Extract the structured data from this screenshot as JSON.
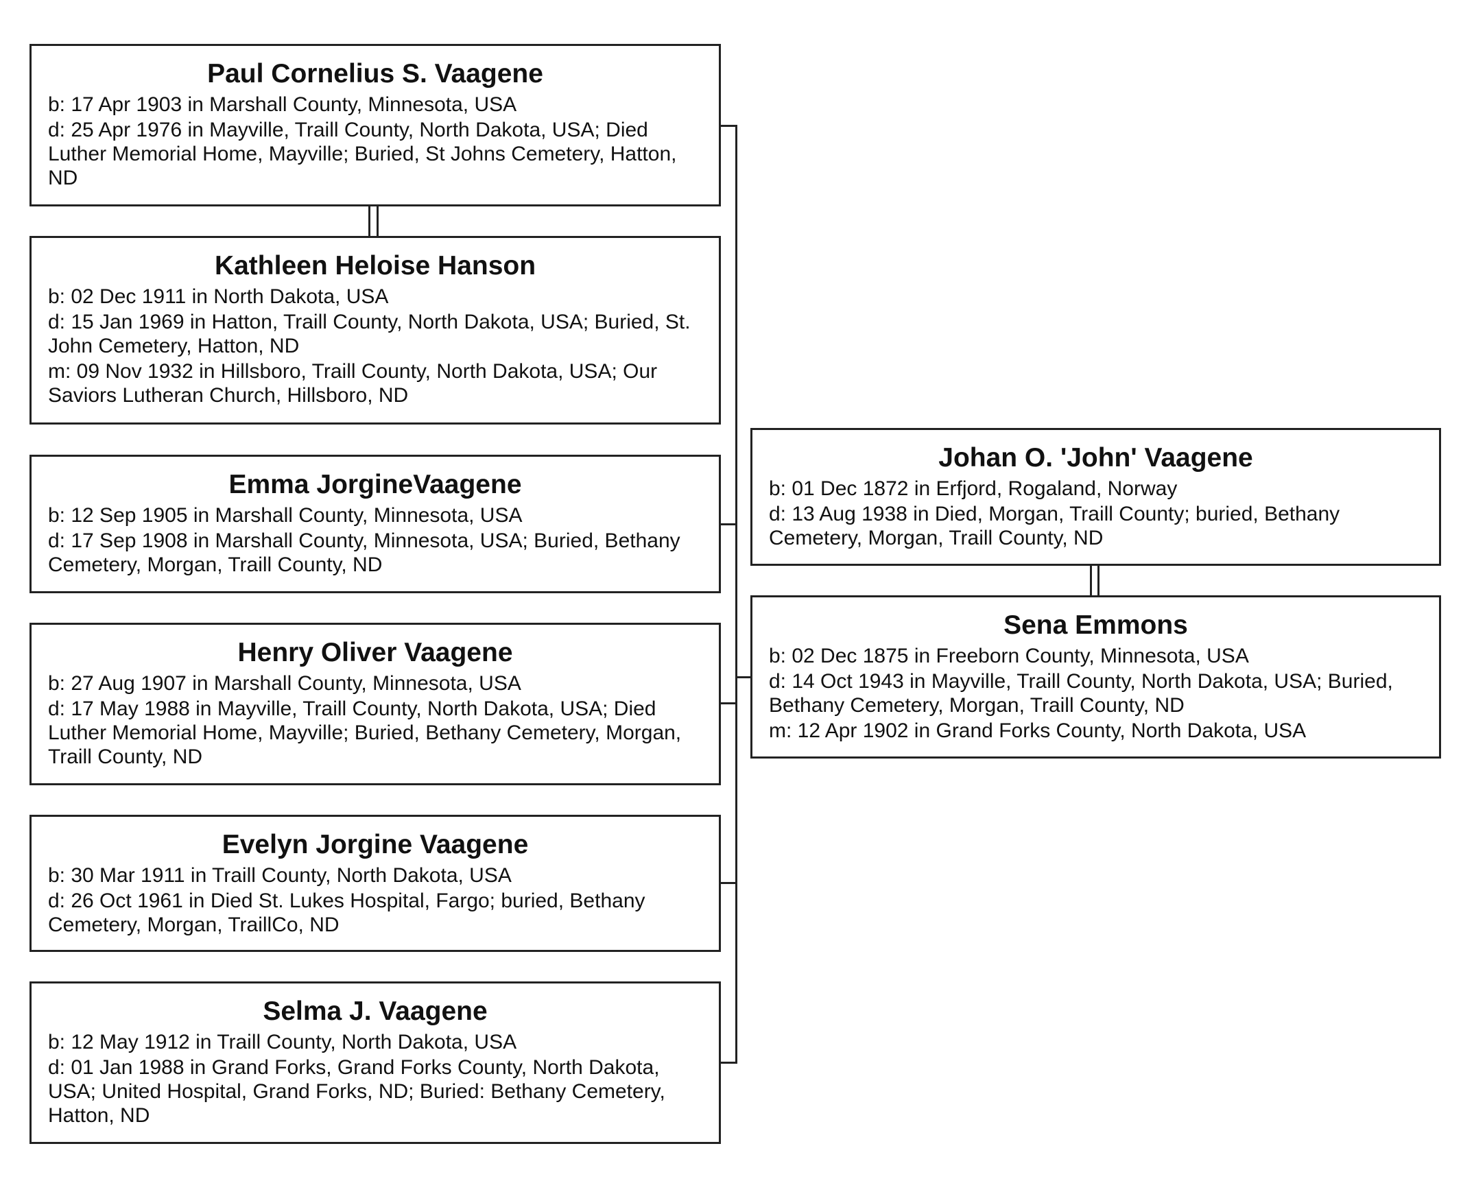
{
  "people": {
    "paul": {
      "name": "Paul Cornelius S. Vaagene",
      "birth": "b: 17 Apr 1903 in Marshall County, Minnesota, USA",
      "death": "d: 25 Apr 1976 in Mayville, Traill County, North Dakota, USA; Died Luther Memorial Home, Mayville; Buried, St Johns Cemetery, Hatton, ND"
    },
    "kathleen": {
      "name": "Kathleen Heloise Hanson",
      "birth": "b: 02 Dec 1911 in North Dakota, USA",
      "death": "d: 15 Jan 1969 in Hatton, Traill County, North Dakota, USA; Buried, St. John Cemetery, Hatton, ND",
      "marriage": "m: 09 Nov 1932 in Hillsboro, Traill County, North Dakota, USA; Our Saviors Lutheran Church, Hillsboro, ND"
    },
    "emma": {
      "name": "Emma JorgineVaagene",
      "birth": "b: 12 Sep 1905 in Marshall County, Minnesota, USA",
      "death": "d: 17 Sep 1908 in Marshall County, Minnesota, USA; Buried, Bethany Cemetery, Morgan, Traill County, ND"
    },
    "henry": {
      "name": "Henry Oliver Vaagene",
      "birth": "b: 27 Aug 1907 in Marshall County, Minnesota, USA",
      "death": "d: 17 May 1988 in Mayville, Traill County, North Dakota, USA; Died Luther Memorial Home, Mayville; Buried, Bethany Cemetery, Morgan, Traill County, ND"
    },
    "evelyn": {
      "name": "Evelyn Jorgine Vaagene",
      "birth": "b: 30 Mar 1911 in Traill County, North Dakota, USA",
      "death": "d: 26 Oct 1961 in Died St. Lukes Hospital, Fargo; buried, Bethany Cemetery, Morgan, TraillCo, ND"
    },
    "selma": {
      "name": "Selma J. Vaagene",
      "birth": "b: 12 May 1912 in Traill County, North Dakota, USA",
      "death": "d: 01 Jan 1988 in Grand Forks, Grand Forks County, North Dakota, USA; United Hospital, Grand Forks, ND; Buried: Bethany Cemetery, Hatton, ND"
    },
    "johan": {
      "name": "Johan O. 'John' Vaagene",
      "birth": "b: 01 Dec 1872 in Erfjord, Rogaland, Norway",
      "death": "d: 13 Aug 1938 in Died, Morgan, Traill County; buried, Bethany Cemetery, Morgan, Traill County, ND"
    },
    "sena": {
      "name": "Sena Emmons",
      "birth": "b: 02 Dec 1875 in Freeborn County, Minnesota, USA",
      "death": "d: 14 Oct 1943 in Mayville, Traill County, North Dakota, USA; Buried, Bethany Cemetery, Morgan, Traill County, ND",
      "marriage": "m: 12 Apr 1902 in Grand Forks County, North Dakota, USA"
    }
  }
}
